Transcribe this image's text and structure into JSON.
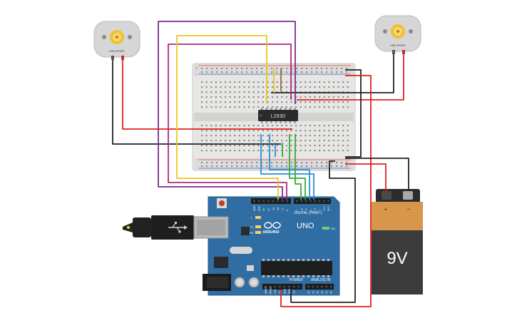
{
  "motor_left": {
    "label": "HIGH SPEED",
    "icon": "dc-motor-icon"
  },
  "motor_right": {
    "label": "HIGH SPEED",
    "icon": "dc-motor-icon"
  },
  "chip": {
    "label": "L293D"
  },
  "breadboard": {
    "plus": "+",
    "minus": "-"
  },
  "arduino": {
    "brand": "ARDUINO",
    "model": "UNO",
    "digital_label": "DIGITAL (PWM~)",
    "power_label": "POWER",
    "analog_label": "ANALOG IN",
    "led_l": "L",
    "led_tx": "TX",
    "led_rx": "RX",
    "led_on": "ON",
    "pins_digital_right": [
      "7",
      "~6",
      "~5",
      "4",
      "~3",
      "2",
      "TX 1",
      "RX 0"
    ],
    "pins_digital_left": [
      "AREF",
      "GND",
      "13",
      "12",
      "~11",
      "~10",
      "~9",
      "8"
    ],
    "pins_power": [
      "IOREF",
      "RESET",
      "3.3V",
      "5V",
      "GND",
      "GND",
      "Vin"
    ],
    "pins_analog": [
      "A0",
      "A1",
      "A2",
      "A3",
      "A4",
      "A5"
    ]
  },
  "battery": {
    "label": "9V",
    "plus": "+",
    "minus": "−"
  },
  "colors": {
    "wire_red": "#e02020",
    "wire_black": "#222222",
    "wire_purple": "#7b2d8e",
    "wire_magenta": "#b0287e",
    "wire_yellow": "#e8c820",
    "wire_green": "#39a935",
    "wire_blue": "#2a8fd4",
    "wire_brown": "#9a6a3a",
    "board_blue": "#2f6da3",
    "battery_orange": "#d8964a"
  }
}
